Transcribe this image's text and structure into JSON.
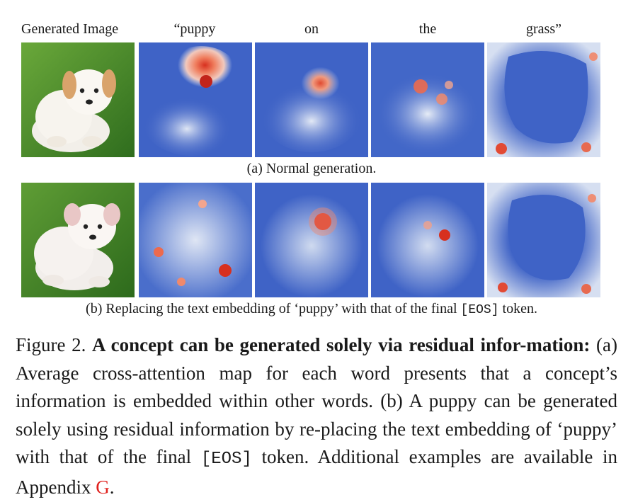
{
  "column_labels": [
    "Generated Image",
    "“puppy",
    "on",
    "the",
    "grass”"
  ],
  "row_a_caption": "(a) Normal generation.",
  "row_b_caption_before": "(b) Replacing the text embedding of ‘puppy’ with that of the final",
  "row_b_caption_token": "[EOS]",
  "row_b_caption_after": "token.",
  "figure_caption": {
    "label": "Figure 2.",
    "bold_title": "A concept can be generated solely via residual infor-mation:",
    "text_1": "(a) Average cross-attention map for each word presents that a concept’s information is embedded within other words. (b) A puppy can be generated solely using residual information by re-placing the text embedding of ‘puppy’ with that of the final",
    "token": "[EOS]",
    "text_2": "token. Additional examples are available in Appendix",
    "appendix_ref": "G",
    "end": "."
  },
  "colors": {
    "heat_low": "#3b5fc4",
    "heat_mid": "#c9d6ee",
    "heat_high": "#d7301f",
    "grass": "#4a8a2a",
    "reference_color": "#e0201c"
  }
}
